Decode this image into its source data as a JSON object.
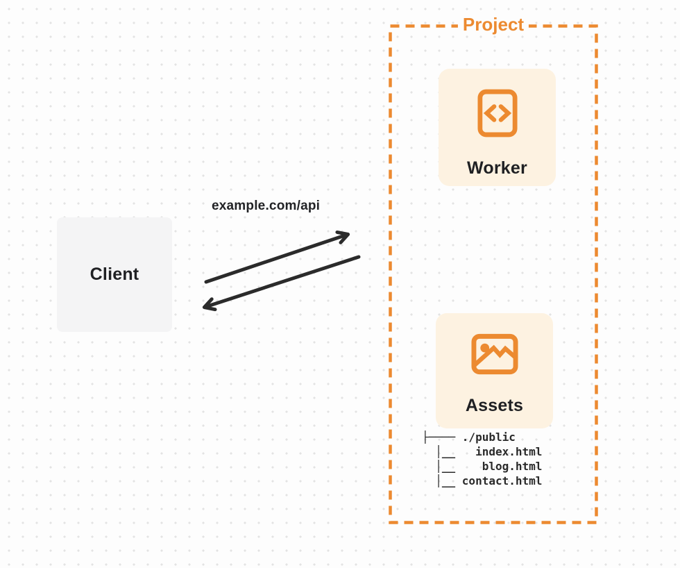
{
  "colors": {
    "accent_orange": "#ec8a30",
    "card_background": "#fdf2e1",
    "client_background": "#f4f4f5",
    "arrow": "#2b2b2b",
    "text_dark": "#1f2023",
    "page_background": "#fdfdfd",
    "dot_grid": "#e3e3e3"
  },
  "client": {
    "label": "Client"
  },
  "request": {
    "label": "example.com/api"
  },
  "project": {
    "label": "Project",
    "worker": {
      "label": "Worker",
      "icon": "code-icon"
    },
    "assets": {
      "label": "Assets",
      "icon": "image-icon"
    },
    "file_tree": "├──── ./public\n  │__   index.html\n  │__    blog.html\n  │__ contact.html"
  }
}
